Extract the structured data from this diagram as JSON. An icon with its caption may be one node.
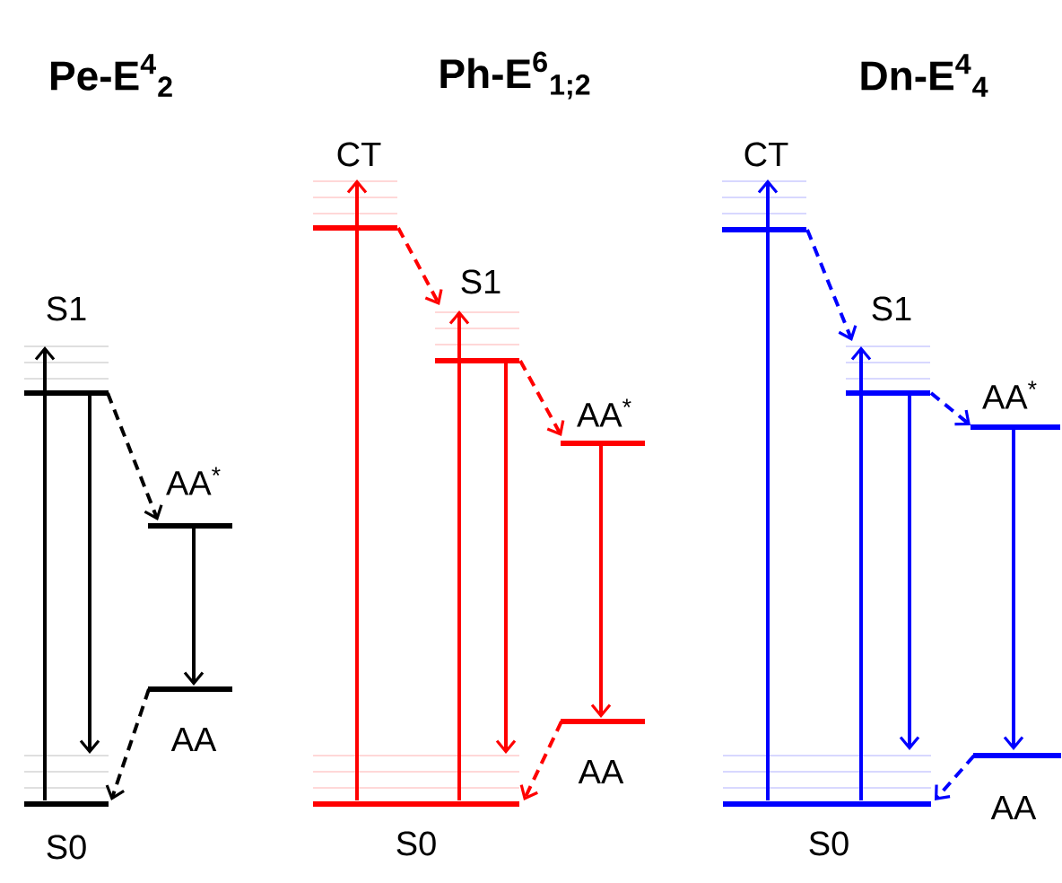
{
  "diagram": {
    "nodes": [
      {
        "text": [
          "S1"
        ]
      },
      {
        "text": [
          "AA$^{*}$"
        ]
      },
      {
        "text": [
          "AA"
        ]
      },
      {
        "text": [
          "S0"
        ]
      },
      {
        "text": [
          "CT"
        ]
      },
      {
        "text": [
          "S1"
        ]
      },
      {
        "text": [
          "AA$^{*}$"
        ]
      },
      {
        "text": [
          "AA"
        ]
      },
      {
        "text": [
          "S0"
        ]
      },
      {
        "text": [
          "CT"
        ]
      },
      {
        "text": [
          "S1"
        ]
      },
      {
        "text": [
          "AA$^{*}$"
        ]
      },
      {
        "text": [
          "AA"
        ]
      },
      {
        "text": [
          "S0"
        ]
      }
    ],
    "edges": [
      {
        "from": 3,
        "to": 0,
        "arrow": "to",
        "color": "#000000"
      },
      {
        "from": 0,
        "to": 3,
        "arrow": "to",
        "color": "#000000"
      },
      {
        "from": 0,
        "to": 1,
        "arrow": "to",
        "style": "dashed",
        "color": "#000000"
      },
      {
        "from": 1,
        "to": 2,
        "arrow": "to",
        "color": "#000000"
      },
      {
        "from": 2,
        "to": 3,
        "arrow": "to",
        "style": "dashed",
        "color": "#000000"
      },
      {
        "from": 8,
        "to": 4,
        "arrow": "to",
        "color": "#ff0000"
      },
      {
        "from": 8,
        "to": 5,
        "arrow": "to",
        "color": "#ff0000"
      },
      {
        "from": 5,
        "to": 8,
        "arrow": "to",
        "color": "#ff0000"
      },
      {
        "from": 4,
        "to": 5,
        "arrow": "to",
        "style": "dashed",
        "color": "#ff0000"
      },
      {
        "from": 5,
        "to": 6,
        "arrow": "to",
        "style": "dashed",
        "color": "#ff0000"
      },
      {
        "from": 6,
        "to": 7,
        "arrow": "to",
        "color": "#ff0000"
      },
      {
        "from": 7,
        "to": 8,
        "arrow": "to",
        "style": "dashed",
        "color": "#ff0000"
      },
      {
        "from": 13,
        "to": 9,
        "arrow": "to",
        "color": "#0000ff"
      },
      {
        "from": 13,
        "to": 10,
        "arrow": "to",
        "color": "#0000ff"
      },
      {
        "from": 10,
        "to": 13,
        "arrow": "to",
        "color": "#0000ff"
      },
      {
        "from": 9,
        "to": 10,
        "arrow": "to",
        "style": "dashed",
        "color": "#0000ff"
      },
      {
        "from": 10,
        "to": 11,
        "arrow": "to",
        "style": "dashed",
        "color": "#0000ff"
      },
      {
        "from": 11,
        "to": 12,
        "arrow": "to",
        "color": "#0000ff"
      },
      {
        "from": 12,
        "to": 13,
        "arrow": "to",
        "style": "dashed",
        "color": "#0000ff"
      }
    ],
    "labels": [
      "Pe-E$^{4}$$_{2}$",
      "Ph-E$^{6}$$_{1;2}$",
      "Dn-E$^{4}$$_{4}$"
    ]
  }
}
